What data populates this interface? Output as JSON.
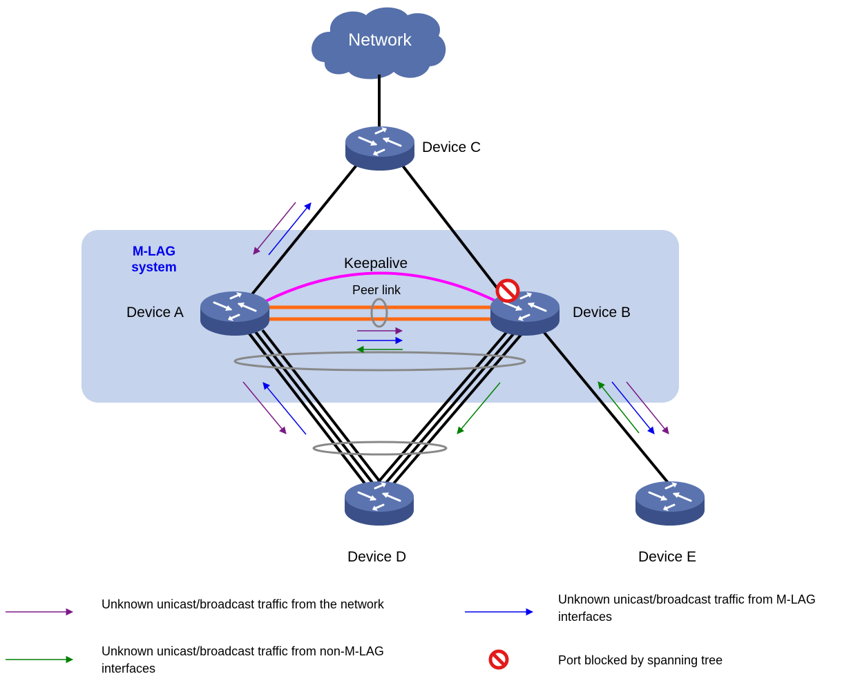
{
  "diagram": {
    "network_label": "Network",
    "mlag_system_label_line1": "M-LAG",
    "mlag_system_label_line2": "system",
    "keepalive_label": "Keepalive",
    "peer_link_label": "Peer link",
    "devices": {
      "a": "Device A",
      "b": "Device B",
      "c": "Device C",
      "d": "Device D",
      "e": "Device E"
    },
    "colors": {
      "network_traffic": "#7a1a86",
      "mlag_traffic": "#0000ee",
      "non_mlag_traffic": "#008000",
      "keepalive": "#ff00ff",
      "peer_link": "#ff6a13",
      "mlag_region": "#c5d3ec",
      "device": "#5570aa",
      "blocked": "#e31a1a"
    }
  },
  "legend": {
    "network_traffic": "Unknown unicast/broadcast traffic from the network",
    "mlag_traffic": "Unknown unicast/broadcast traffic from M-LAG interfaces",
    "non_mlag_traffic": "Unknown unicast/broadcast traffic from non-M-LAG interfaces",
    "blocked_port": "Port blocked by spanning tree"
  },
  "icons": [
    "cloud-icon",
    "switch-icon",
    "arrow-icon",
    "blocked-port-icon"
  ]
}
